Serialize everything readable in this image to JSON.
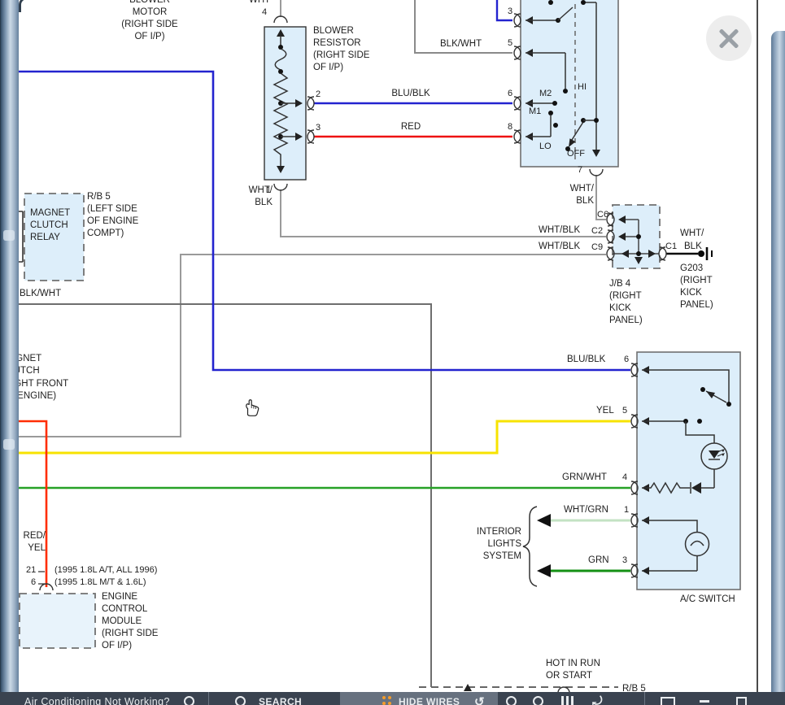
{
  "window": {
    "close_label": "close"
  },
  "colors": {
    "blue": "#2323cf",
    "red": "#ee1111",
    "red_yel": "#ff2d00",
    "yellow": "#f7e300",
    "green_wht": "#27a127",
    "green": "#149114",
    "pale_green": "#c3e2c3",
    "gray_light": "#9a9a9a",
    "gray_med": "#8a8a8a",
    "gray_dark": "#6e6e6e",
    "black_wire": "#0a0a0a",
    "box_fill": "#ddeefa",
    "box_fill_light": "#e8f3fb",
    "box_stroke": "#707070"
  },
  "diagram": {
    "labels": {
      "blower_motor": "BLOWER\nMOTOR\n(RIGHT SIDE\nOF I/P)",
      "blower_resistor": "BLOWER\nRESISTOR\n(RIGHT SIDE\nOF I/P)",
      "wht_top": "WHT",
      "n4": "4",
      "n2": "2",
      "n3r": "3",
      "n1r": "1",
      "blu_blk_top": "BLU/BLK",
      "red_top": "RED",
      "blk_wht_top": "BLK/WHT",
      "n3s": "3",
      "n5s": "5",
      "n6s": "6",
      "n8s": "8",
      "n7s": "7",
      "hi": "HI",
      "m2": "M2",
      "m1": "M1",
      "lo": "LO",
      "off": "OFF",
      "wht_blk_7": "WHT/\nBLK",
      "wht_blk_pin1": "WHT/\nBLK",
      "wht_blk_c2": "WHT/BLK",
      "c2": "C2",
      "wht_blk_c9": "WHT/BLK",
      "c9": "C9",
      "c6": "C6",
      "wht_c1": "WHT/",
      "c1": "C1",
      "blk_c1": "BLK",
      "jb4": "J/B 4\n(RIGHT\nKICK\nPANEL)",
      "g203": "G203\n(RIGHT\nKICK\nPANEL)",
      "magnet_clutch_relay": "MAGNET\nCLUTCH\nRELAY",
      "rb5_left": "R/B 5\n(LEFT SIDE\nOF ENGINE\nCOMPT)",
      "blk_wht_left": "BLK/WHT",
      "magnet_clutch2": "A/C\nMAGNET\nCLUTCH\n(RIGHT FRONT\nOF ENGINE)",
      "blu_blk_mid": "BLU/BLK",
      "n6m": "6",
      "yel": "YEL",
      "n5m": "5",
      "grn_wht": "GRN/WHT",
      "n4m": "4",
      "wht_grn": "WHT/GRN",
      "n1m": "1",
      "grn": "GRN",
      "n3m": "3",
      "interior_lights": "INTERIOR\nLIGHTS\nSYSTEM",
      "ac_switch": "A/C SWITCH",
      "red_yel": "RED/\nYEL",
      "n21": "21",
      "n6b": "6",
      "note1": "(1995 1.8L A/T, ALL 1996)",
      "note2": "(1995 1.8L M/T & 1.6L)",
      "ecm": "ENGINE\nCONTROL\nMODULE\n(RIGHT SIDE\nOF I/P)",
      "hot_in_run": "HOT IN RUN\nOR START",
      "rb5_bottom": "R/B 5"
    }
  },
  "toolbar": {
    "title": "Air Conditioning Not Working?",
    "search": "SEARCH",
    "hide_wires": "HIDE WIRES",
    "refresh_icon": "↺"
  }
}
